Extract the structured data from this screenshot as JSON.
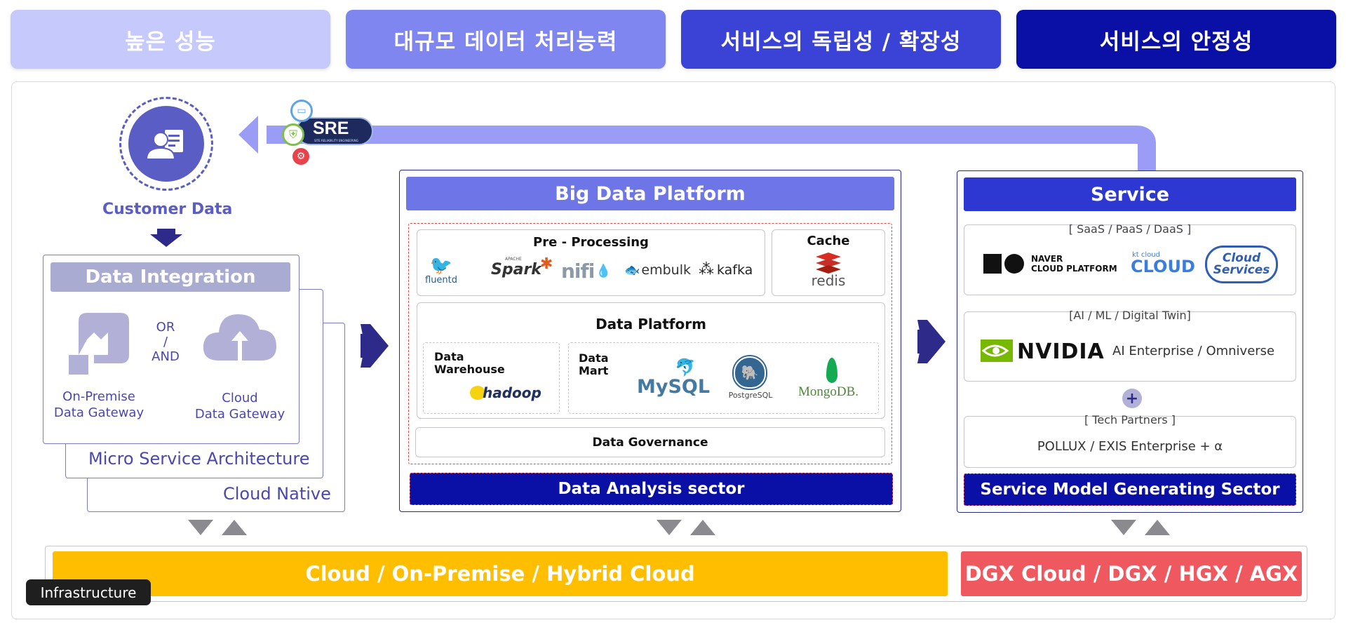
{
  "top_tabs": [
    "높은 성능",
    "대규모 데이터 처리능력",
    "서비스의 독립성 / 확장성",
    "서비스의 안정성"
  ],
  "sre_badge": "SRE",
  "sre_sub": "SITE RELIABILITY ENGINEERING",
  "customer_data": "Customer Data",
  "integration": {
    "title": "Data Integration",
    "or_and": [
      "OR",
      "/",
      "AND"
    ],
    "on_premise": [
      "On-Premise",
      "Data Gateway"
    ],
    "cloud": [
      "Cloud",
      "Data Gateway"
    ],
    "msa": "Micro Service Architecture",
    "cloud_native": "Cloud Native"
  },
  "big_data": {
    "title": "Big Data Platform",
    "pre_processing": "Pre - Processing",
    "pp_logos": [
      "fluentd",
      "Spark",
      "APACHE",
      "nifi",
      "embulk",
      "kafka"
    ],
    "cache": "Cache",
    "cache_logo": "redis",
    "data_platform": "Data Platform",
    "warehouse": [
      "Data",
      "Warehouse"
    ],
    "hadoop": "hadoop",
    "mart": [
      "Data",
      "Mart"
    ],
    "mart_logos": [
      "MySQL",
      "PostgreSQL",
      "MongoDB."
    ],
    "governance": "Data Governance",
    "sector": "Data Analysis sector"
  },
  "service": {
    "title": "Service",
    "saas": "[ SaaS / PaaS / DaaS ]",
    "naver": [
      "NAVER",
      "CLOUD PLATFORM"
    ],
    "kt_small": "kt cloud",
    "kt_big": "CLOUD",
    "cloud_services": [
      "Cloud",
      "Services"
    ],
    "ai": "[AI / ML / Digital Twin]",
    "nvidia": "NVIDIA",
    "ai_enterprise": "AI Enterprise / Omniverse",
    "plus": "+",
    "tech": "[ Tech Partners ]",
    "pollux": "POLLUX / EXIS Enterprise + α",
    "sector": "Service Model Generating Sector"
  },
  "infra": {
    "cloud": "Cloud / On-Premise / Hybrid Cloud",
    "dgx": "DGX Cloud / DGX / HGX / AGX",
    "label": "Infrastructure"
  },
  "colors": {
    "tab1": "#c5c9fb",
    "tab2": "#7f86f0",
    "tab3": "#3b43d6",
    "tab4": "#0a0fa6",
    "header": "#6e75e6",
    "service_header": "#2d37d1",
    "navy": "#0a0fa6",
    "purple": "#5a5dc4",
    "lavender": "#a9abd0",
    "yellow": "#ffbf00",
    "red": "#f0585f"
  }
}
